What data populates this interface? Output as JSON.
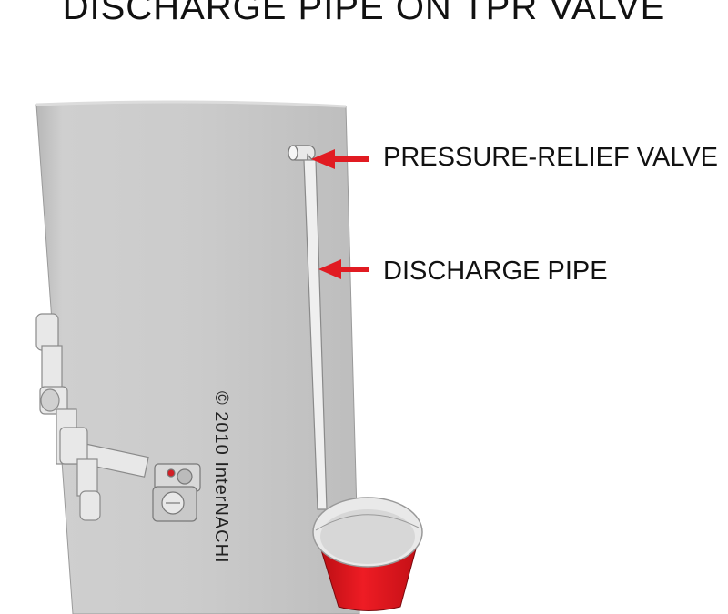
{
  "title": "DISCHARGE PIPE ON TPR VALVE",
  "labels": {
    "valve": "PRESSURE-RELIEF VALVE",
    "pipe": "DISCHARGE PIPE"
  },
  "copyright": "© 2010 InterNACHI",
  "colors": {
    "tank": "#c9c9c9",
    "arrow": "#e11b22",
    "bucket": "#e3131b",
    "pipe": "#eeeeee"
  }
}
